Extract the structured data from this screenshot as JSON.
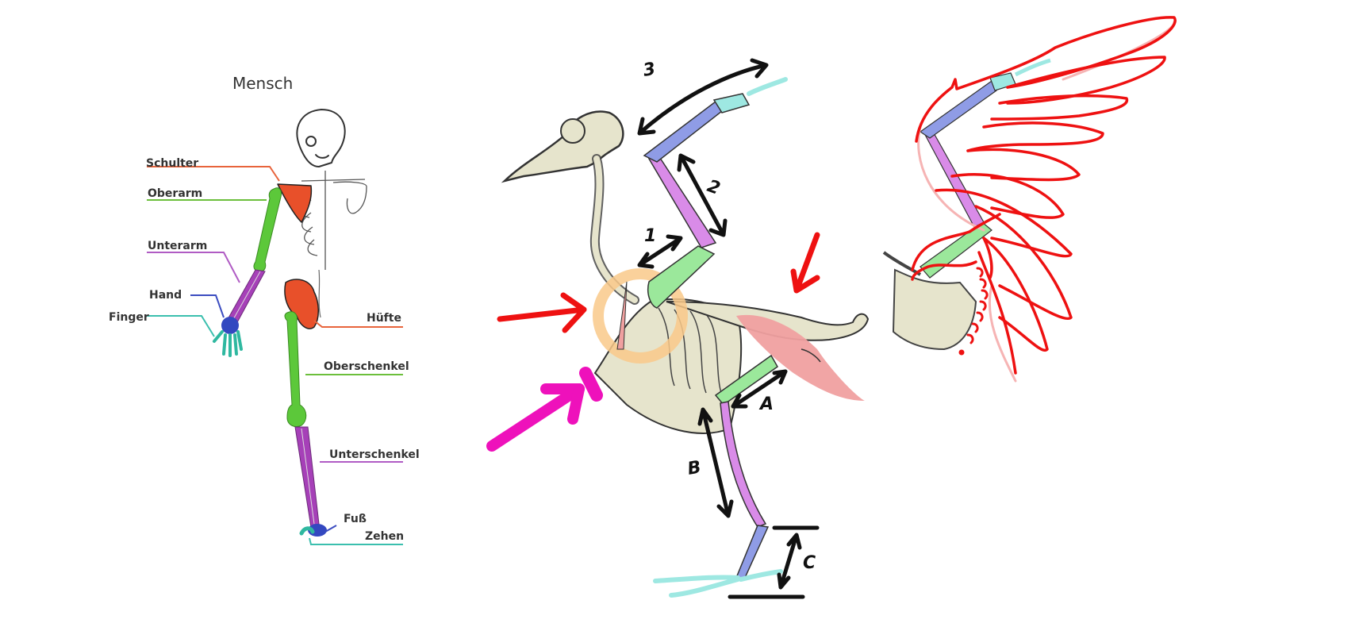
{
  "human": {
    "title": "Mensch",
    "labels": [
      {
        "id": "schulter",
        "text": "Schulter",
        "color": "#e8643c"
      },
      {
        "id": "oberarm",
        "text": "Oberarm",
        "color": "#6cbf3c"
      },
      {
        "id": "unterarm",
        "text": "Unterarm",
        "color": "#b05cc4"
      },
      {
        "id": "hand",
        "text": "Hand",
        "color": "#3b4cc0"
      },
      {
        "id": "finger",
        "text": "Finger",
        "color": "#3bbfae"
      },
      {
        "id": "huefte",
        "text": "Hüfte",
        "color": "#e8643c"
      },
      {
        "id": "oberschenkel",
        "text": "Oberschenkel",
        "color": "#6cbf3c"
      },
      {
        "id": "unterschenkel",
        "text": "Unterschenkel",
        "color": "#b05cc4"
      },
      {
        "id": "fuss",
        "text": "Fuß",
        "color": "#3b4cc0"
      },
      {
        "id": "zehen",
        "text": "Zehen",
        "color": "#3bbfae"
      }
    ]
  },
  "bird": {
    "wing_markers": [
      "1",
      "2",
      "3"
    ],
    "leg_markers": [
      "A",
      "B",
      "C"
    ],
    "colors": {
      "bone": "#e6e4cc",
      "humerus": "#9be89b",
      "forearm": "#d98be8",
      "hand": "#8f9ce6",
      "digits": "#9ee8e2",
      "pelvis": "#f0a0a0",
      "highlight_ring": "#f9c98a",
      "arrow_red": "#ee1111",
      "arrow_magenta": "#ee11bb"
    }
  },
  "wing": {
    "outline_color": "#ee1111"
  }
}
